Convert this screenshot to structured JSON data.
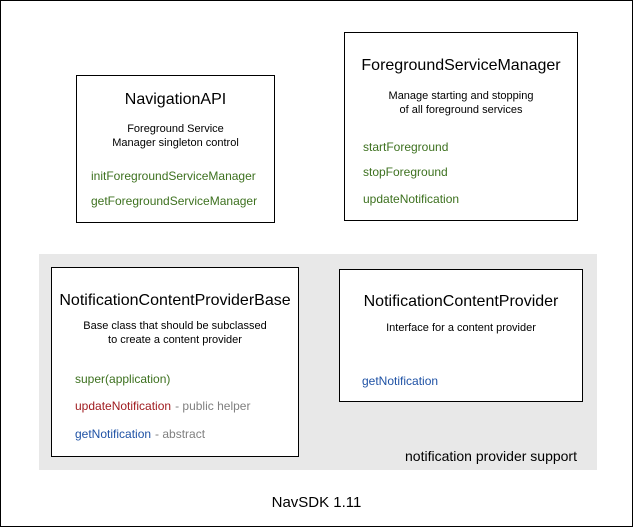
{
  "colors": {
    "method_green": "#3d711f",
    "method_red": "#a01c20",
    "method_blue": "#1f52a5",
    "annotation_gray": "#808080",
    "panel_gray": "#e8e8e8"
  },
  "boxes": {
    "navigation_api": {
      "title": "NavigationAPI",
      "description": [
        "Foreground Service",
        "Manager singleton control"
      ],
      "methods": [
        {
          "name": "initForegroundServiceManager",
          "color": "green",
          "annotation": ""
        },
        {
          "name": "getForegroundServiceManager",
          "color": "green",
          "annotation": ""
        }
      ]
    },
    "foreground_service_manager": {
      "title": "ForegroundServiceManager",
      "description": [
        "Manage starting and stopping",
        "of all foreground services"
      ],
      "methods": [
        {
          "name": "startForeground",
          "color": "green",
          "annotation": ""
        },
        {
          "name": "stopForeground",
          "color": "green",
          "annotation": ""
        },
        {
          "name": "updateNotification",
          "color": "green",
          "annotation": ""
        }
      ]
    },
    "notification_content_provider_base": {
      "title": "NotificationContentProviderBase",
      "description": [
        "Base class that should be subclassed",
        "to create a content provider"
      ],
      "methods": [
        {
          "name": "super(application)",
          "color": "green",
          "annotation": ""
        },
        {
          "name": "updateNotification",
          "color": "red",
          "annotation": "- public helper"
        },
        {
          "name": "getNotification",
          "color": "blue",
          "annotation": "- abstract"
        }
      ]
    },
    "notification_content_provider": {
      "title": "NotificationContentProvider",
      "description": [
        "Interface for a content provider"
      ],
      "methods": [
        {
          "name": "getNotification",
          "color": "blue",
          "annotation": ""
        }
      ]
    }
  },
  "panel": {
    "label": "notification provider support"
  },
  "page": {
    "caption": "NavSDK 1.11"
  }
}
